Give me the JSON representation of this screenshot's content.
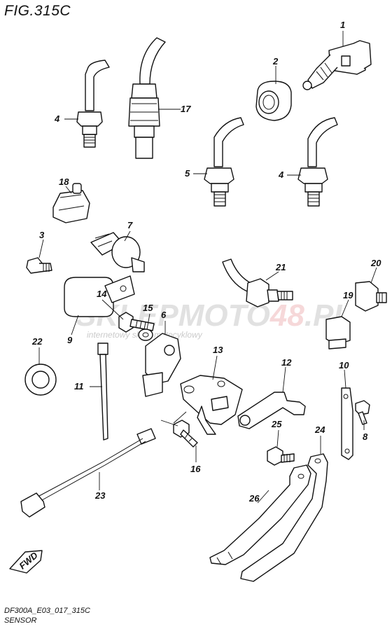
{
  "figure": {
    "title": "FIG.315C",
    "code": "DF300A_E03_017_315C",
    "section": "SENSOR"
  },
  "watermark": {
    "brand_main": "SKLEPMOTO",
    "brand_accent": "48",
    "brand_suffix": ".PL",
    "tagline": "internetowy sklep motocyklowy"
  },
  "badge": {
    "label": "FWD"
  },
  "callouts": {
    "c1": "1",
    "c2": "2",
    "c3": "3",
    "c4a": "4",
    "c4b": "4",
    "c5": "5",
    "c6": "6",
    "c7": "7",
    "c8": "8",
    "c9": "9",
    "c10": "10",
    "c11": "11",
    "c12": "12",
    "c13": "13",
    "c14": "14",
    "c15": "15",
    "c16": "16",
    "c17": "17",
    "c18": "18",
    "c19": "19",
    "c20": "20",
    "c21": "21",
    "c22": "22",
    "c23": "23",
    "c24": "24",
    "c25": "25",
    "c26": "26"
  }
}
